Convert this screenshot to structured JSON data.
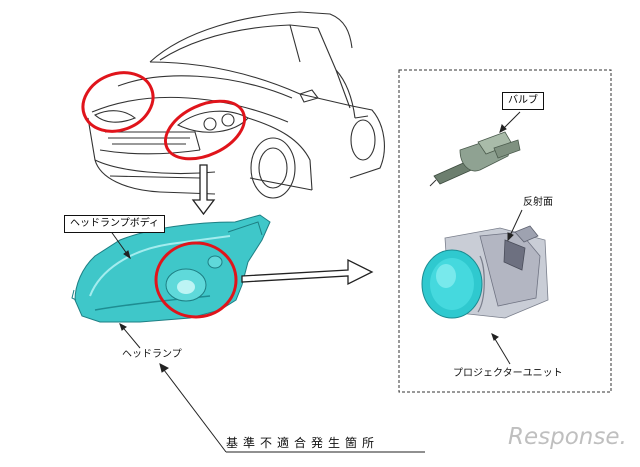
{
  "labels": {
    "bulb": "バルブ",
    "reflector": "反射面",
    "headlamp_body": "ヘッドランプボディ",
    "headlamp": "ヘッドランプ",
    "projector_unit": "プロジェクターユニット",
    "footer": "基準不適合発生箇所"
  },
  "watermark": "Response.",
  "colors": {
    "highlight_ring": "#e0141b",
    "lamp_body": "#3fc7c9",
    "lens": "#35d0d6",
    "line": "#222222"
  }
}
